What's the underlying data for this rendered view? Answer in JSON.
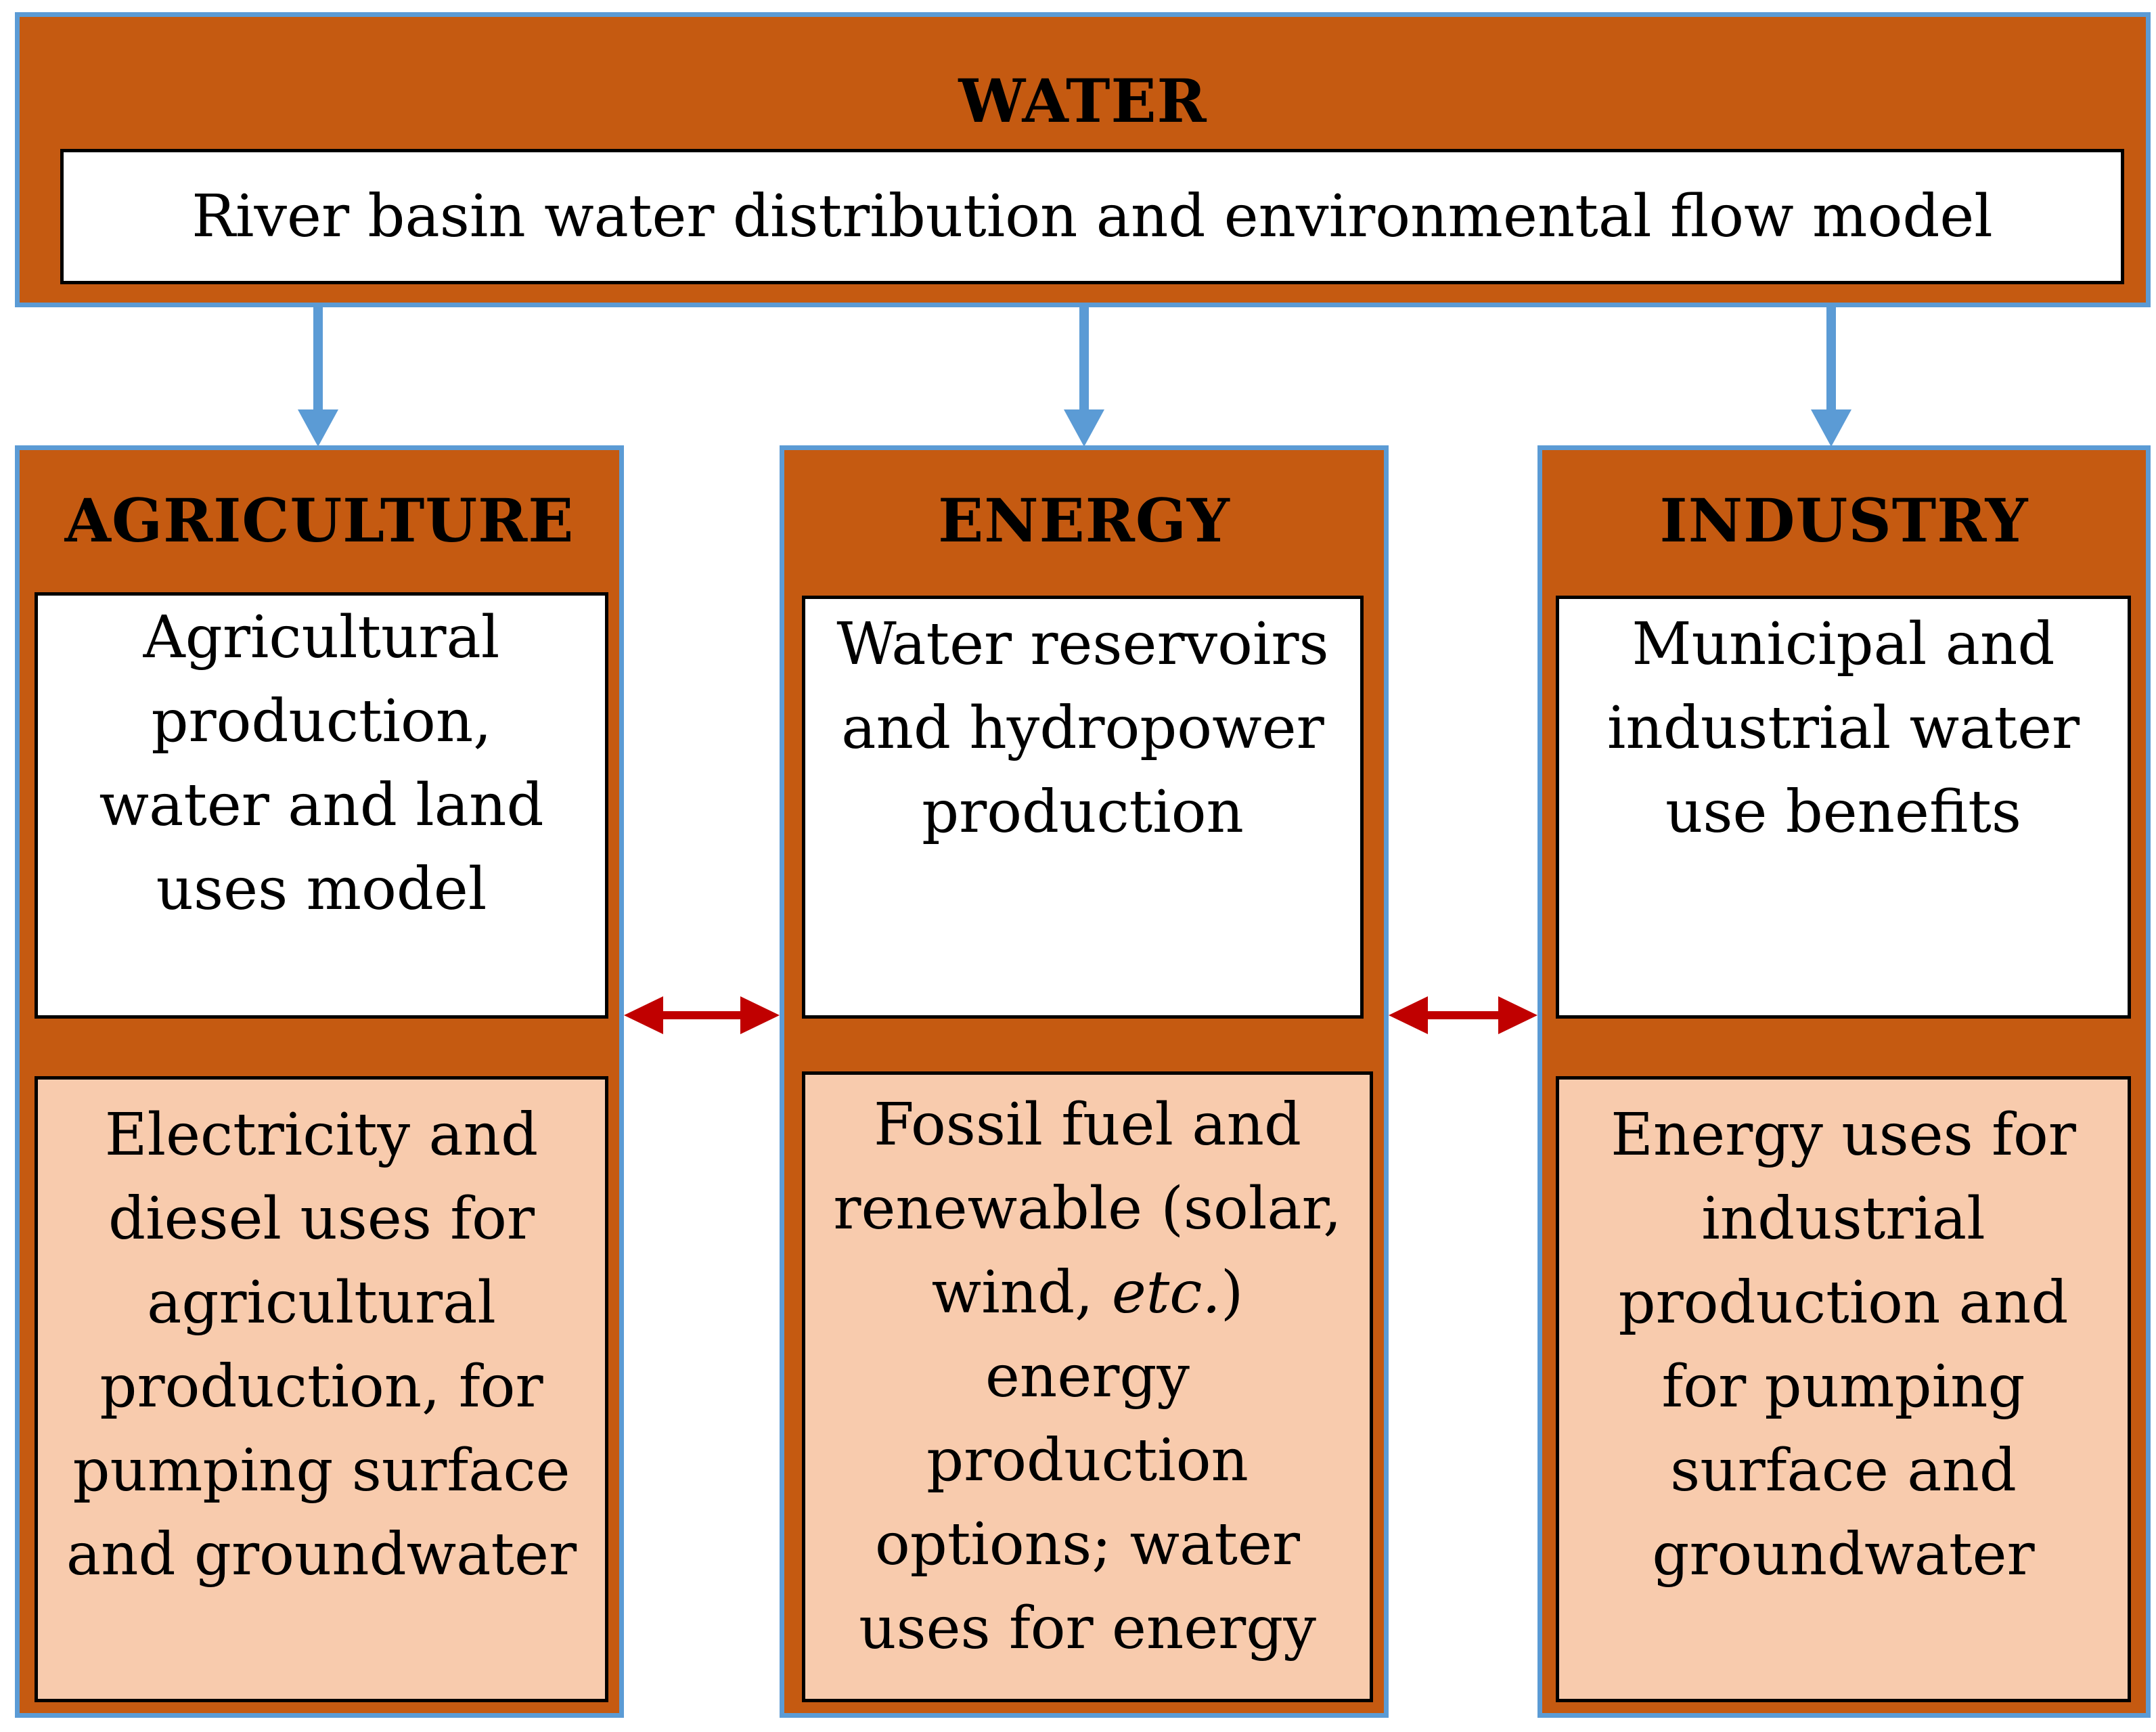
{
  "water": {
    "title": "WATER",
    "model": "River basin water distribution and environmental flow model"
  },
  "columns": [
    {
      "title": "AGRICULTURE",
      "upper": "Agricultural\nproduction,\nwater and land\nuses model",
      "lower": "Electricity and\ndiesel uses for\nagricultural\nproduction, for\npumping surface\nand groundwater"
    },
    {
      "title": "ENERGY",
      "upper": "Water reservoirs\nand hydropower\nproduction",
      "lower_before": "Fossil fuel and\nrenewable (solar,\nwind, ",
      "lower_italic": "etc.",
      "lower_after": ")\nenergy\nproduction\noptions; water\nuses for energy"
    },
    {
      "title": "INDUSTRY",
      "upper": "Municipal and\nindustrial water\nuse benefits",
      "lower": "Energy uses for\nindustrial\nproduction and\nfor pumping\nsurface and\ngroundwater"
    }
  ],
  "colors": {
    "panel_fill": "#c55a11",
    "panel_border": "#5b9bd5",
    "down_arrow": "#5b9bd5",
    "link_arrow": "#c00000",
    "upper_box_fill": "#ffffff",
    "lower_box_fill": "#f8cbad"
  }
}
